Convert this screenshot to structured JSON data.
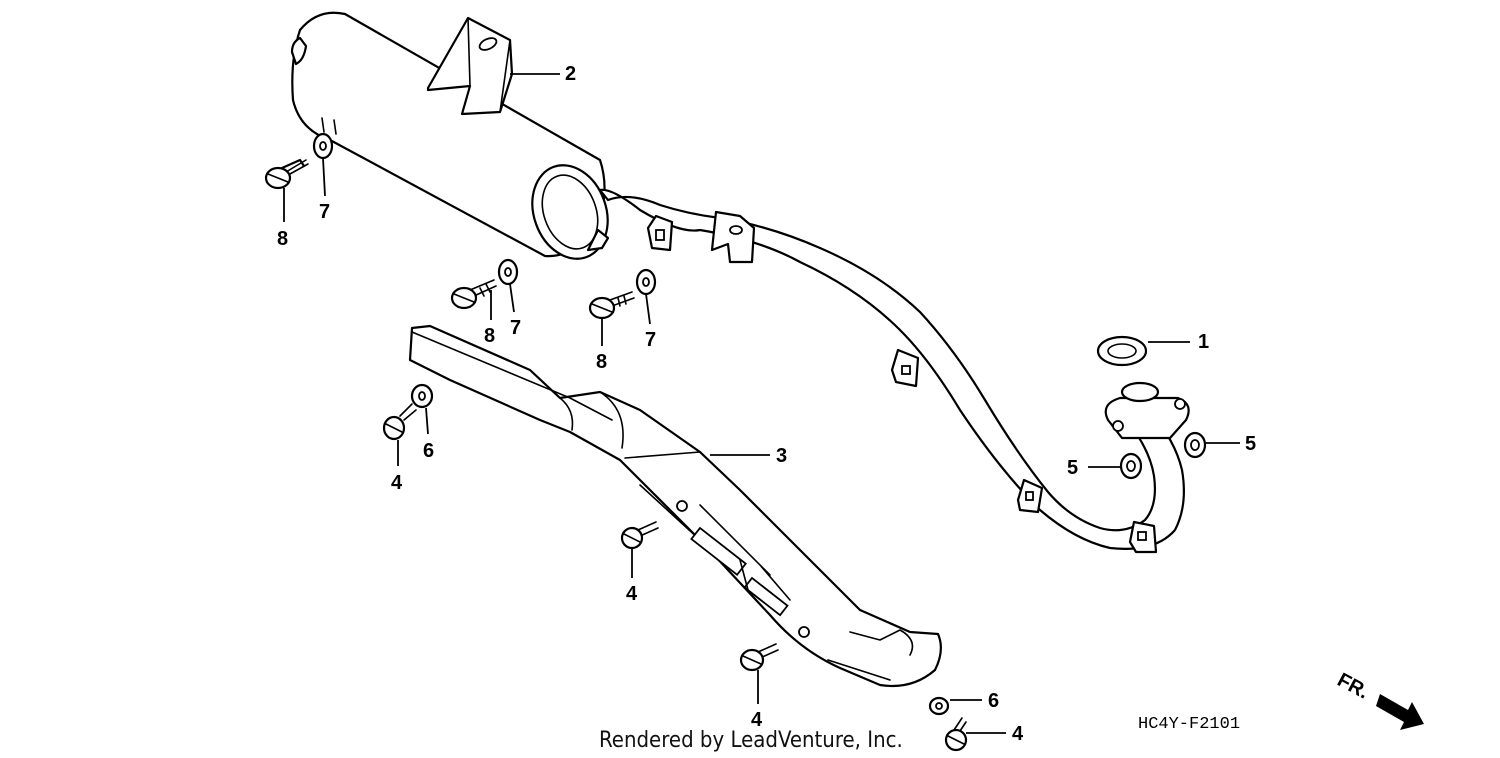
{
  "diagram": {
    "code": "HC4Y-F2101",
    "credit": "Rendered by LeadVenture, Inc.",
    "direction_label": "FR.",
    "callouts": {
      "gasket": "1",
      "muffler": "2",
      "heat_guard": "3",
      "bolt_a": "4",
      "bolt_b": "4",
      "bolt_c": "4",
      "bolt_d": "4",
      "nut_left": "5",
      "nut_right": "5",
      "washer_a": "6",
      "washer_b": "6",
      "washer_c": "7",
      "washer_d": "7",
      "washer_e": "7",
      "bolt_e": "8",
      "bolt_f": "8",
      "bolt_g": "8"
    },
    "icons": [
      "front-direction-arrow-icon"
    ]
  }
}
